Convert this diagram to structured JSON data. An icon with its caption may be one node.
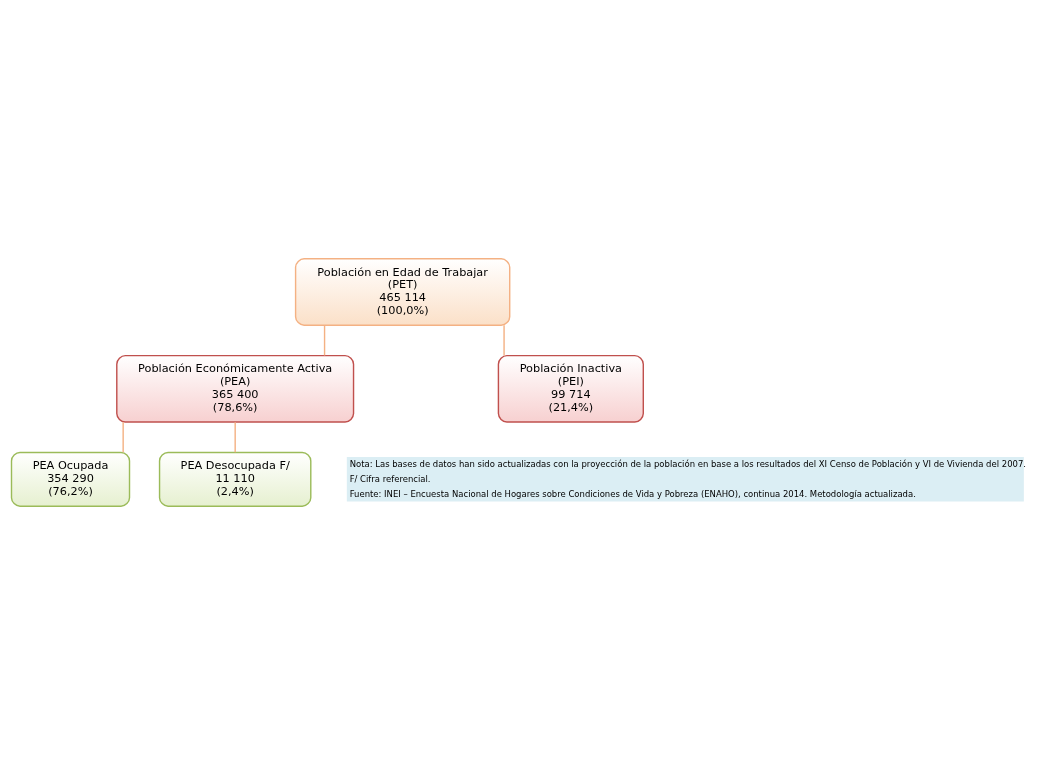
{
  "diagram": {
    "nodes": [
      {
        "text": [
          "Población en Edad de Trabajar",
          "(PET)",
          "465 114",
          "(100,0%)"
        ]
      },
      {
        "text": [
          "Población Económicamente Activa",
          "(PEA)",
          "365 400",
          "(78,6%)"
        ]
      },
      {
        "text": [
          "Población Inactiva",
          "(PEI)",
          "99 714",
          "(21,4%)"
        ]
      },
      {
        "text": [
          "PEA Ocupada",
          "354 290",
          "(76,2%)"
        ]
      },
      {
        "text": [
          "PEA Desocupada F/",
          "11 110",
          "(2,4%)"
        ]
      }
    ],
    "edges": [
      {
        "from": 0,
        "to": 1,
        "arrow": "none"
      },
      {
        "from": 0,
        "to": 2,
        "arrow": "none"
      },
      {
        "from": 1,
        "to": 3,
        "arrow": "none"
      },
      {
        "from": 1,
        "to": 4,
        "arrow": "none"
      }
    ],
    "labels": [
      "Nota: Las bases de datos han sido actualizadas con la proyección de la población en base a los resultados del XI Censo de Población y VI de Vivienda del 2007.",
      "F/ Cifra referencial.",
      "Fuente: INEI – Encuesta Nacional de Hogares sobre Condiciones de Vida y Pobreza (ENAHO), continua 2014. Metodología actualizada."
    ]
  }
}
